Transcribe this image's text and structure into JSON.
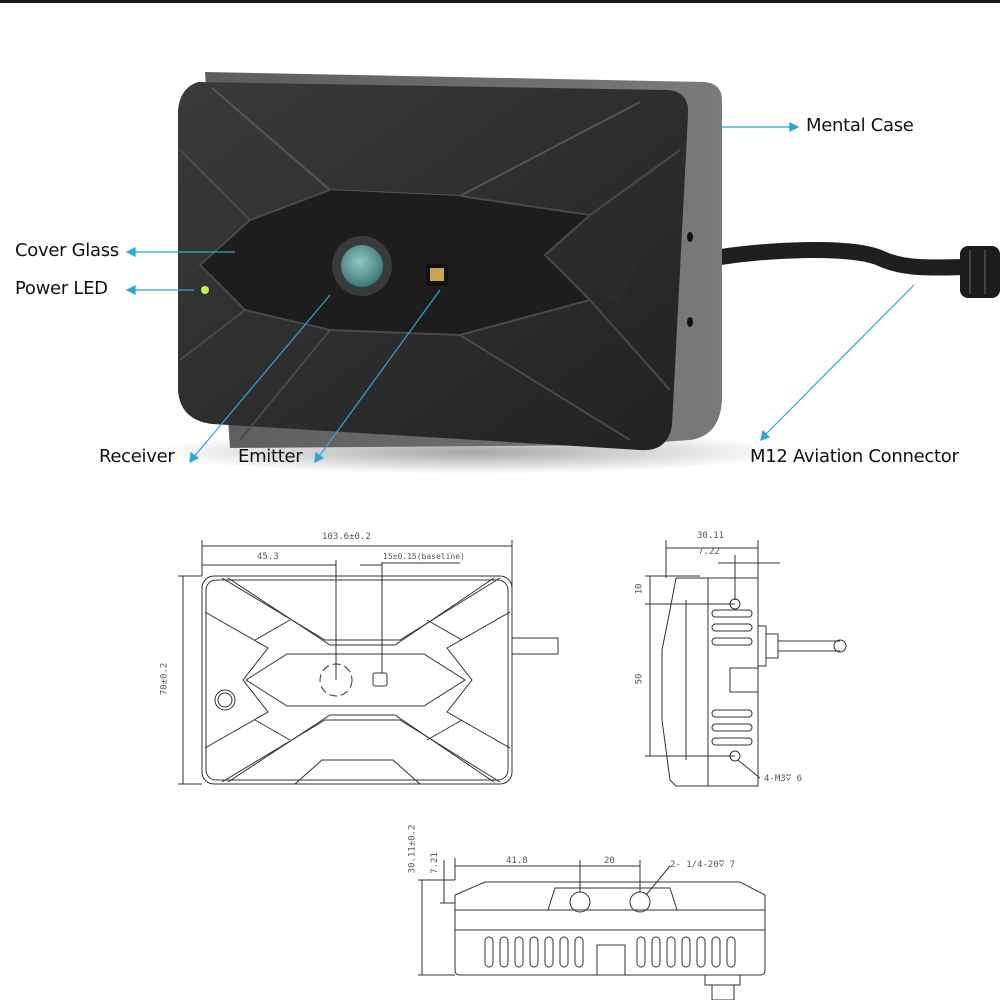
{
  "product_render": {
    "callouts": {
      "mental_case": "Mental Case",
      "cover_glass": "Cover Glass",
      "power_led": "Power LED",
      "receiver": "Receiver",
      "emitter": "Emitter",
      "m12_connector": "M12 Aviation Connector"
    },
    "colors": {
      "callout_line": "#29a9d8",
      "body": "#2b2b2b",
      "case_edge": "#6b6b6b",
      "led": "#c8f04a",
      "lens": "#5a9a98",
      "emitter": "#c9a552"
    }
  },
  "front_view": {
    "overall_width": "103.6±0.2",
    "left_offset": "45.3",
    "baseline": "15±0.15(baseline)",
    "height": "70±0.2"
  },
  "side_view": {
    "depth": "30.11",
    "hole_offset": "7.22",
    "top_offset": "10",
    "hole_spacing": "50",
    "mount_hole_spec": "4-M3⩢ 6"
  },
  "bottom_view": {
    "height": "30.11±0.2",
    "hole_offset": "7.21",
    "first_hole": "41.8",
    "hole_spacing": "20",
    "tripod_hole_spec": "2- 1/4-20⩢ 7"
  }
}
